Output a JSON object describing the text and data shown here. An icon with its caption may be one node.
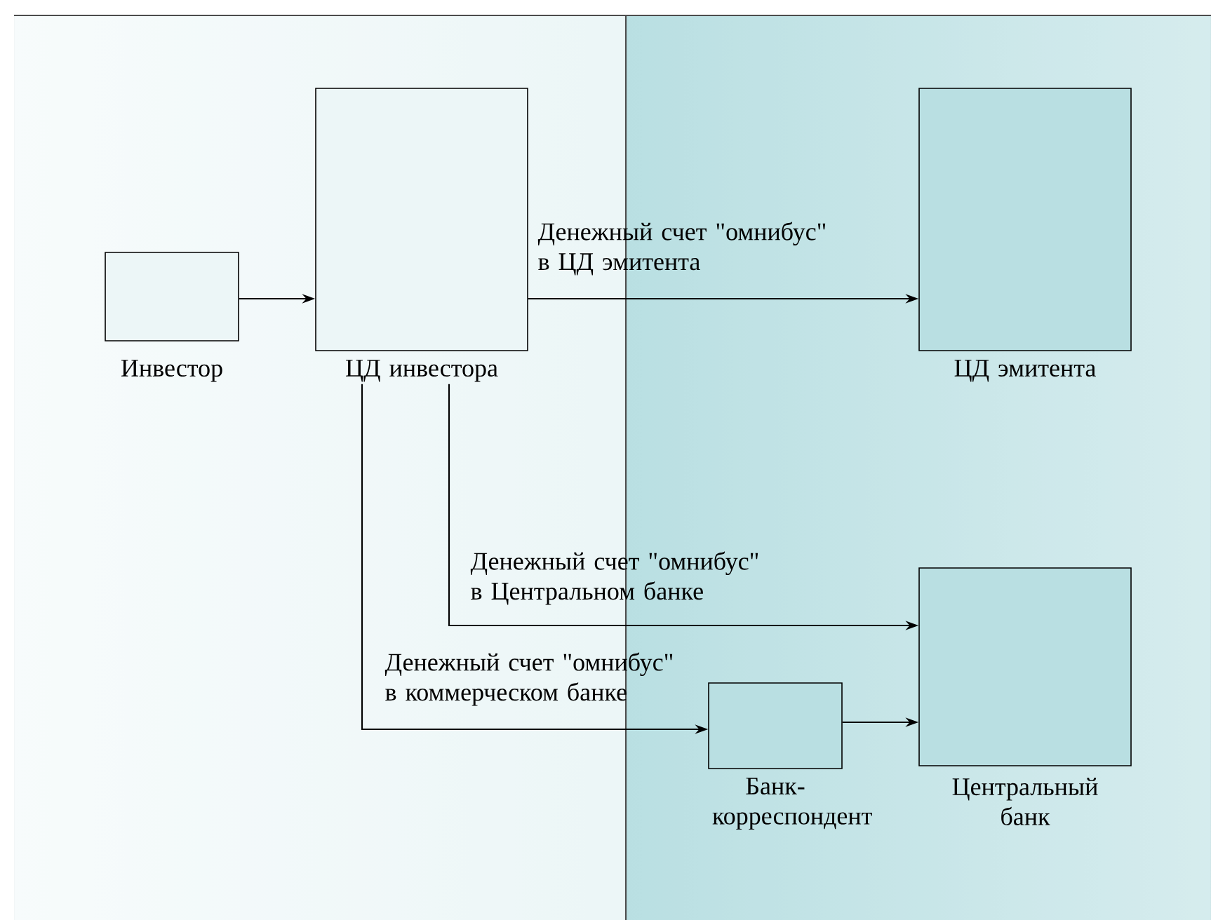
{
  "diagram": {
    "nodes": [
      {
        "text": [
          "Инвестор"
        ]
      },
      {
        "text": [
          "ЦД инвестора"
        ]
      },
      {
        "text": [
          "ЦД эмитента"
        ]
      },
      {
        "text": [
          "Банк-корреспондент"
        ]
      },
      {
        "text": [
          "Центральный банк"
        ]
      }
    ],
    "edges": [
      {
        "from": 0,
        "to": 1,
        "arrow": "to"
      },
      {
        "from": 1,
        "to": 2,
        "arrow": "to",
        "label": "Денежный счет \"омнибус\" в ЦД эмитента"
      },
      {
        "from": 1,
        "to": 4,
        "arrow": "to",
        "label": "Денежный счет \"омнибус\" в Центральном банке"
      },
      {
        "from": 1,
        "to": 3,
        "arrow": "to",
        "label": "Денежный счет \"омнибус\" в коммерческом банке"
      },
      {
        "from": 3,
        "to": 4,
        "arrow": "to"
      }
    ]
  }
}
